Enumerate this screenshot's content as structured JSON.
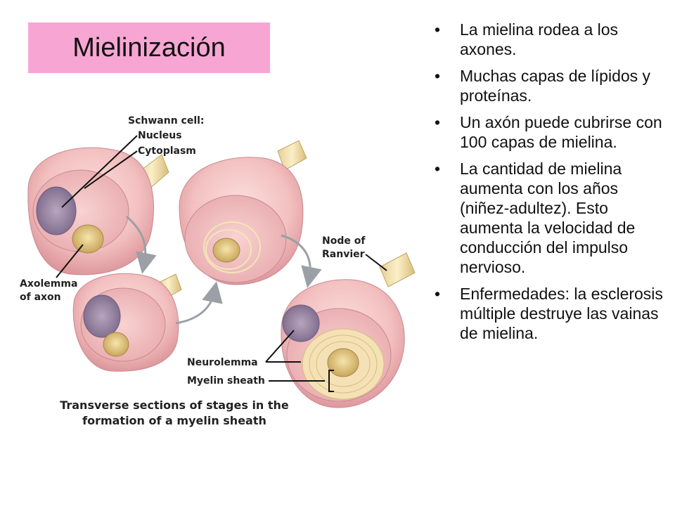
{
  "title": "Mielinización",
  "bullets": [
    "La mielina rodea a los axones.",
    "Muchas capas de lípidos y proteínas.",
    "Un axón puede cubrirse con 100 capas de mielina.",
    "La cantidad de mielina aumenta con los años (niñez-adultez). Esto aumenta la velocidad de conducción del impulso nervioso.",
    "Enfermedades: la esclerosis múltiple destruye las vainas de mielina."
  ],
  "figure": {
    "schwann_cell": "Schwann cell:",
    "nucleus": "Nucleus",
    "cytoplasm": "Cytoplasm",
    "node_line1": "Node of",
    "node_line2": "Ranvier",
    "axolemma_line1": "Axolemma",
    "axolemma_line2": "of axon",
    "neurolemma": "Neurolemma",
    "myelin_sheath": "Myelin sheath",
    "caption_line1": "Transverse sections of stages in the",
    "caption_line2": "formation of a myelin sheath"
  },
  "colors": {
    "title_bg": "#f7a6d4",
    "cell_pink": "#f3c0c0",
    "nucleus_purple": "#9a86a6",
    "axon_yellow": "#e8cf88"
  }
}
